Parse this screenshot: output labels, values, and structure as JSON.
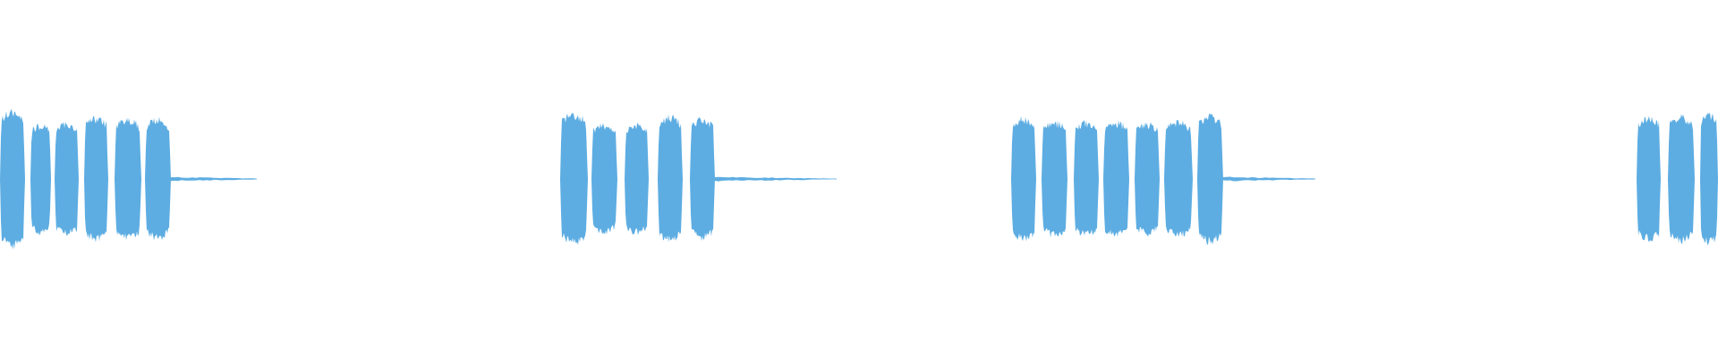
{
  "waveform": {
    "color": "#5DADE2",
    "background": "#ffffff",
    "bursts": [
      {
        "segments": [
          {
            "start": 0.0,
            "end": 0.028,
            "amplitude": 0.5
          },
          {
            "start": 0.034,
            "end": 0.057,
            "amplitude": 0.4
          },
          {
            "start": 0.061,
            "end": 0.088,
            "amplitude": 0.41
          },
          {
            "start": 0.094,
            "end": 0.121,
            "amplitude": 0.45
          },
          {
            "start": 0.128,
            "end": 0.158,
            "amplitude": 0.44
          },
          {
            "start": 0.162,
            "end": 0.191,
            "amplitude": 0.44
          }
        ],
        "tail": {
          "start": 0.191,
          "end": 0.287
        }
      },
      {
        "segments": [
          {
            "start": 0.626,
            "end": 0.657,
            "amplitude": 0.48
          },
          {
            "start": 0.661,
            "end": 0.69,
            "amplitude": 0.4
          },
          {
            "start": 0.698,
            "end": 0.725,
            "amplitude": 0.4
          },
          {
            "start": 0.735,
            "end": 0.763,
            "amplitude": 0.46
          },
          {
            "start": 0.771,
            "end": 0.799,
            "amplitude": 0.44
          }
        ],
        "tail": {
          "start": 0.799,
          "end": 0.935
        }
      },
      {
        "segments": [
          {
            "start": 1.13,
            "end": 1.158,
            "amplitude": 0.45
          },
          {
            "start": 1.164,
            "end": 1.193,
            "amplitude": 0.42
          },
          {
            "start": 1.2,
            "end": 1.228,
            "amplitude": 0.42
          },
          {
            "start": 1.233,
            "end": 1.262,
            "amplitude": 0.42
          },
          {
            "start": 1.268,
            "end": 1.296,
            "amplitude": 0.41
          },
          {
            "start": 1.301,
            "end": 1.333,
            "amplitude": 0.42
          },
          {
            "start": 1.338,
            "end": 1.367,
            "amplitude": 0.47
          }
        ],
        "tail": {
          "start": 1.367,
          "end": 1.47
        }
      },
      {
        "segments": [
          {
            "start": 1.829,
            "end": 1.856,
            "amplitude": 0.45
          },
          {
            "start": 1.864,
            "end": 1.894,
            "amplitude": 0.46
          },
          {
            "start": 1.9,
            "end": 1.92,
            "amplitude": 0.48
          }
        ],
        "tail": null
      }
    ],
    "visible_duration": 1.92
  }
}
